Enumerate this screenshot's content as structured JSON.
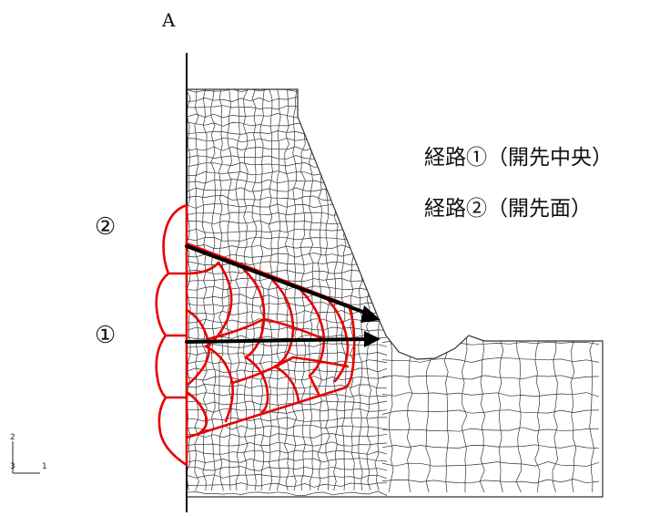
{
  "labels": {
    "section_label": "A",
    "legend_line_1": "経路①（開先中央）",
    "legend_line_2": "経路②（開先面）",
    "path_1_marker": "①",
    "path_2_marker": "②"
  },
  "triad": {
    "axis_vertical": "2",
    "axis_horizontal": "1",
    "axis_out_of_plane": "3"
  },
  "colors": {
    "mesh": "#333333",
    "weld_bead": "#e60000",
    "path_arrow": "#000000",
    "text": "#111111",
    "background": "#ffffff"
  }
}
